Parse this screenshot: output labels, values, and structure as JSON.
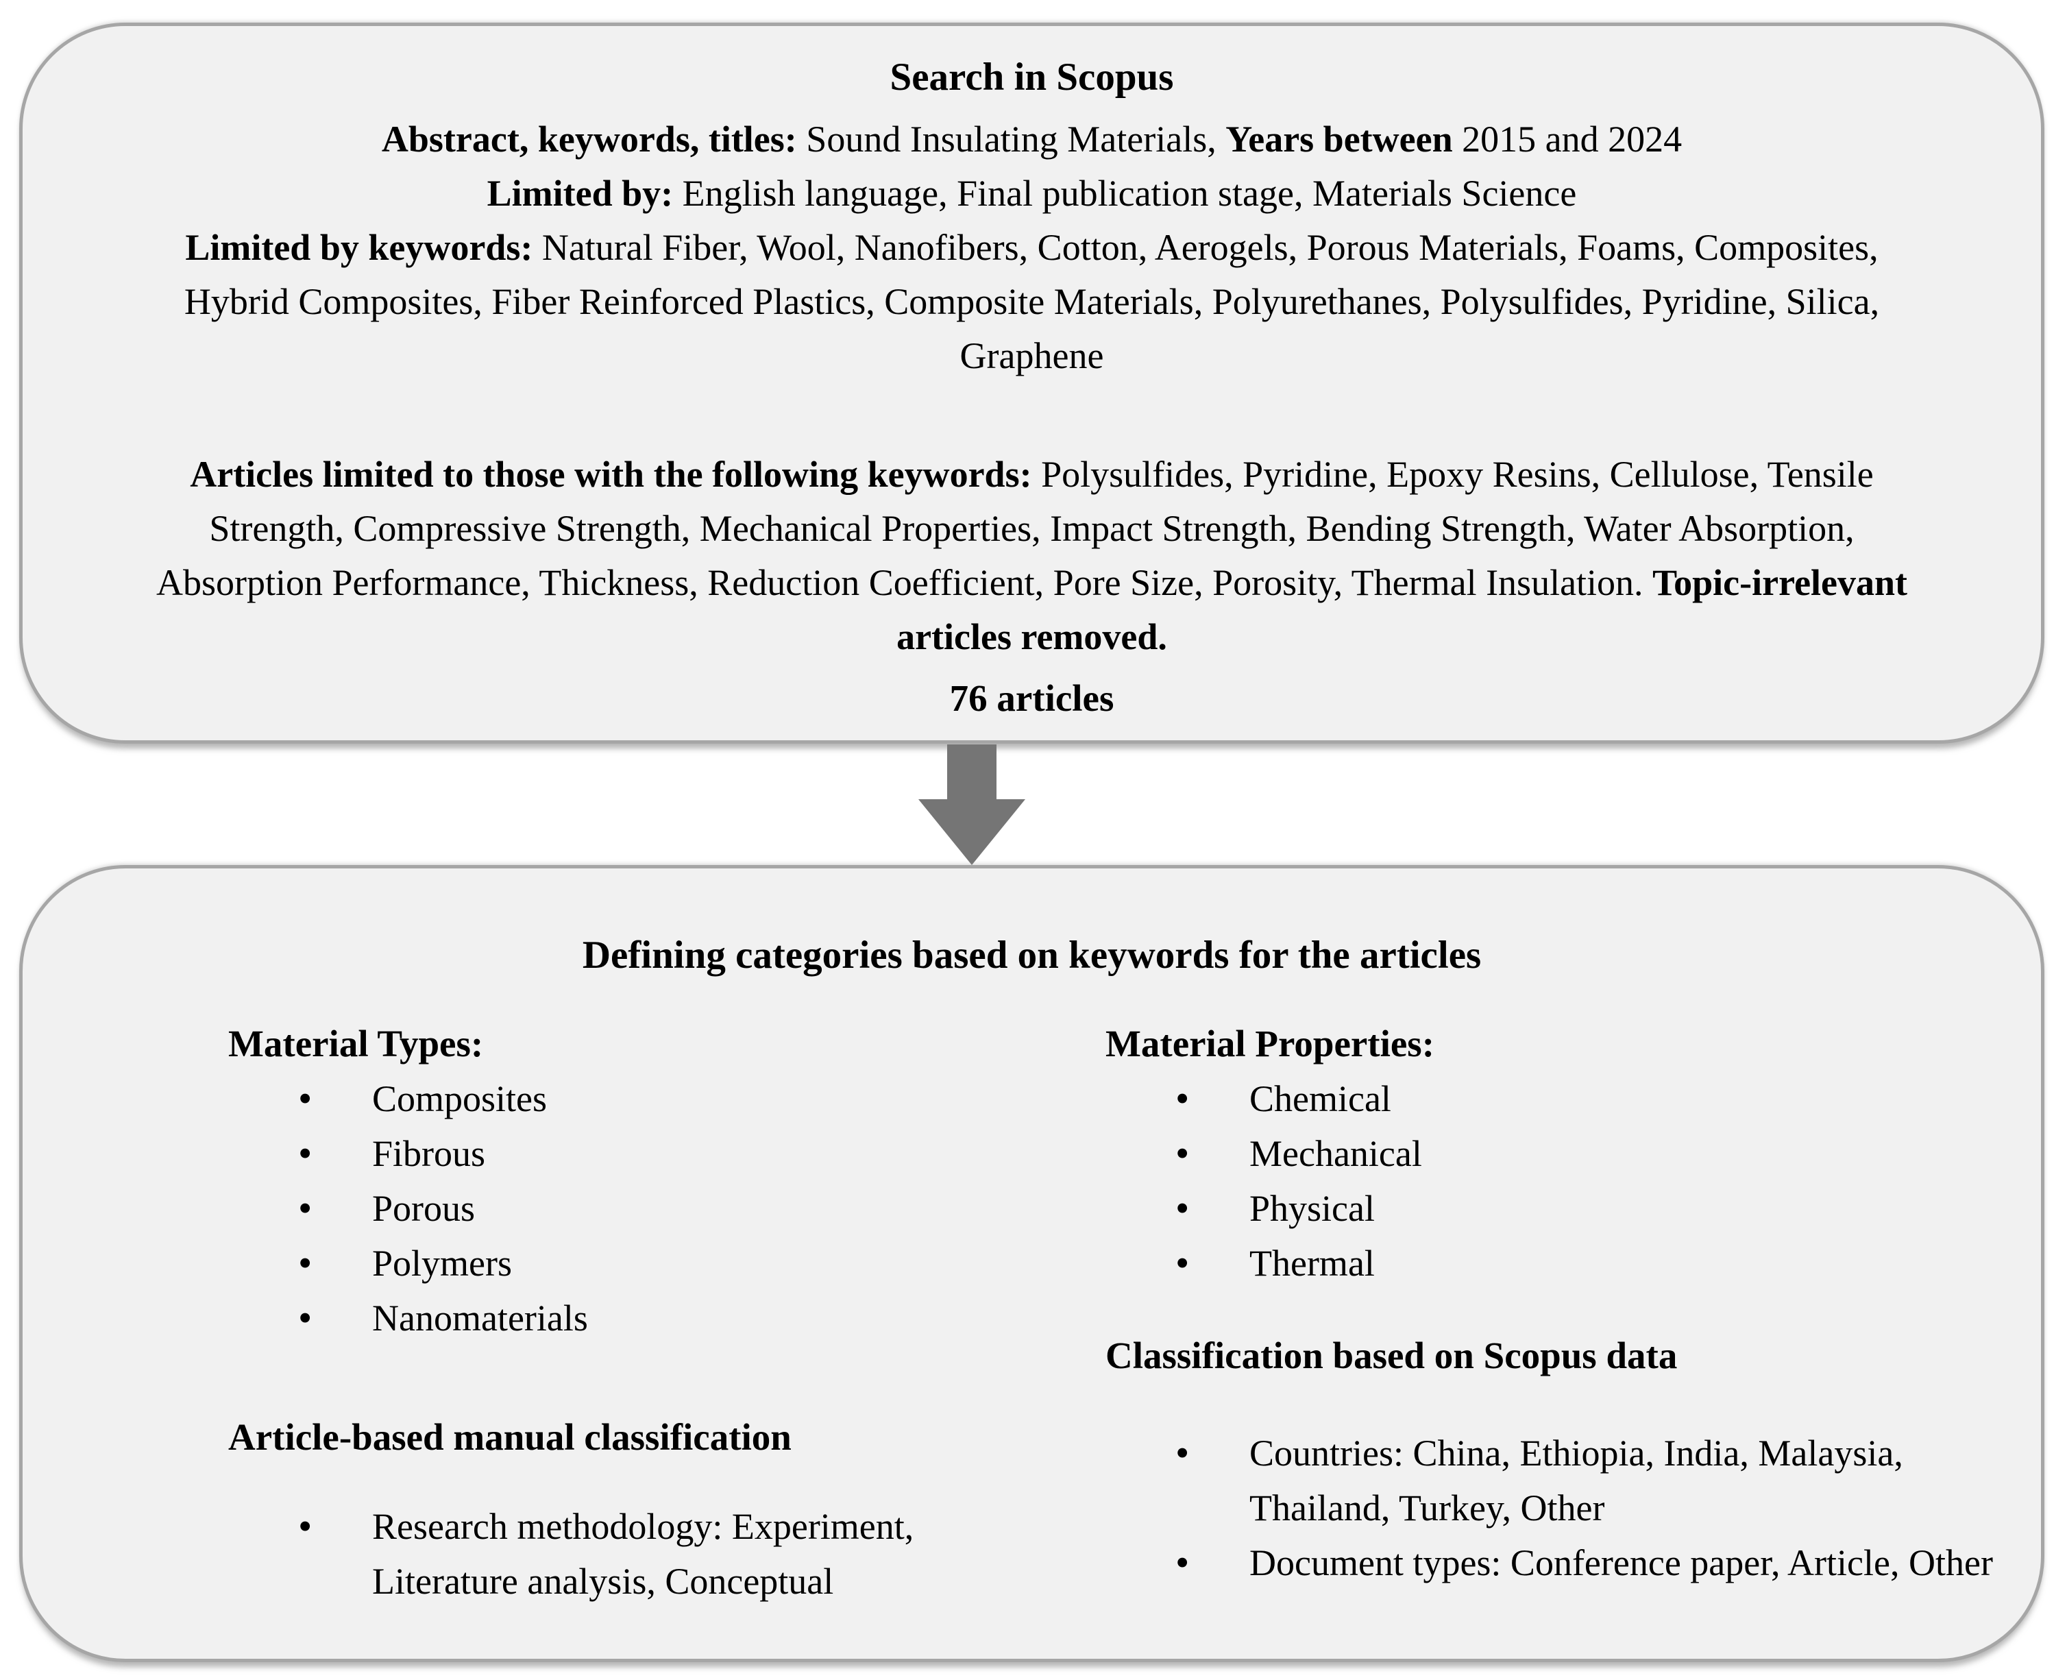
{
  "figure": {
    "top_box": {
      "title": "Search in Scopus",
      "criteria_line": {
        "label_a": "Abstract, keywords, titles:",
        "text_a": " Sound Insulating Materials, ",
        "label_b": "Years between",
        "text_b": " 2015 and 2024"
      },
      "limited_by": {
        "label": "Limited by:",
        "text": " English language, Final publication stage, Materials Science"
      },
      "limited_by_keywords": {
        "label": "Limited by keywords:",
        "text": " Natural Fiber, Wool, Nanofibers, Cotton, Aerogels, Porous Materials, Foams, Composites, Hybrid Composites, Fiber Reinforced Plastics, Composite Materials, Polyurethanes, Polysulfides, Pyridine, Silica, Graphene"
      },
      "articles_keywords": {
        "label": "Articles limited to those with the following keywords:",
        "text": " Polysulfides, Pyridine, Epoxy Resins, Cellulose, Tensile Strength, Compressive Strength, Mechanical Properties, Impact Strength, Bending Strength, Water Absorption, Absorption Performance, Thickness, Reduction Coefficient, Pore Size, Porosity, Thermal Insulation. ",
        "label_end": "Topic-irrelevant articles removed."
      },
      "result_count": "76 articles"
    },
    "bottom_box": {
      "title": "Defining categories based on keywords for the articles",
      "material_types": {
        "header": "Material Types:",
        "items": [
          "Composites",
          "Fibrous",
          "Porous",
          "Polymers",
          "Nanomaterials"
        ]
      },
      "manual_classification": {
        "header": "Article-based manual classification",
        "items": [
          "Research methodology: Experiment, Literature analysis, Conceptual"
        ]
      },
      "material_properties": {
        "header": "Material Properties:",
        "items": [
          "Chemical",
          "Mechanical",
          "Physical",
          "Thermal"
        ]
      },
      "scopus_classification": {
        "header": "Classification based on Scopus data",
        "items": [
          "Countries: China, Ethiopia, India, Malaysia, Thailand, Turkey, Other",
          "Document types: Conference paper, Article, Other"
        ]
      }
    },
    "colors": {
      "box_fill": "#f1f1f1",
      "box_border": "#a6a6a6",
      "arrow_fill": "#757575",
      "text": "#000000",
      "background": "#ffffff"
    }
  }
}
